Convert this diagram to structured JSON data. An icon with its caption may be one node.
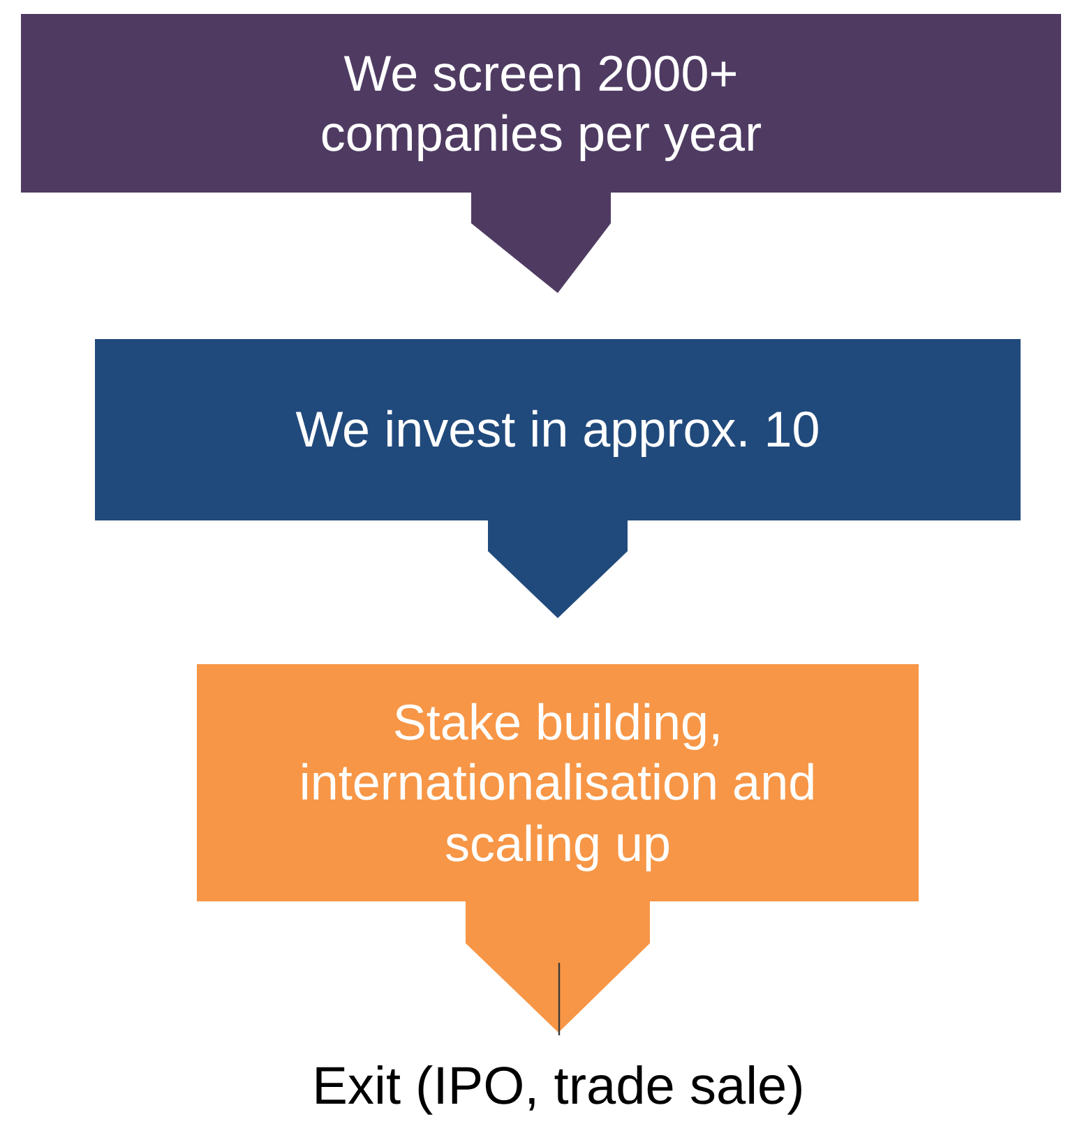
{
  "diagram": {
    "nodes": [
      {
        "text": [
          "We screen 2000+ companies per year"
        ]
      },
      {
        "text": [
          "We invest in approx. 10"
        ]
      },
      {
        "text": [
          "Stake building, internationalisation and scaling up"
        ]
      },
      {
        "text": [
          "Exit (IPO, trade sale)"
        ]
      }
    ],
    "edges": [
      {
        "from": 0,
        "to": 1,
        "arrow": "to",
        "color": "#4f3b62"
      },
      {
        "from": 1,
        "to": 2,
        "arrow": "to",
        "color": "#214a7c"
      },
      {
        "from": 2,
        "to": 3,
        "arrow": "to",
        "color": "#f79646"
      }
    ]
  }
}
